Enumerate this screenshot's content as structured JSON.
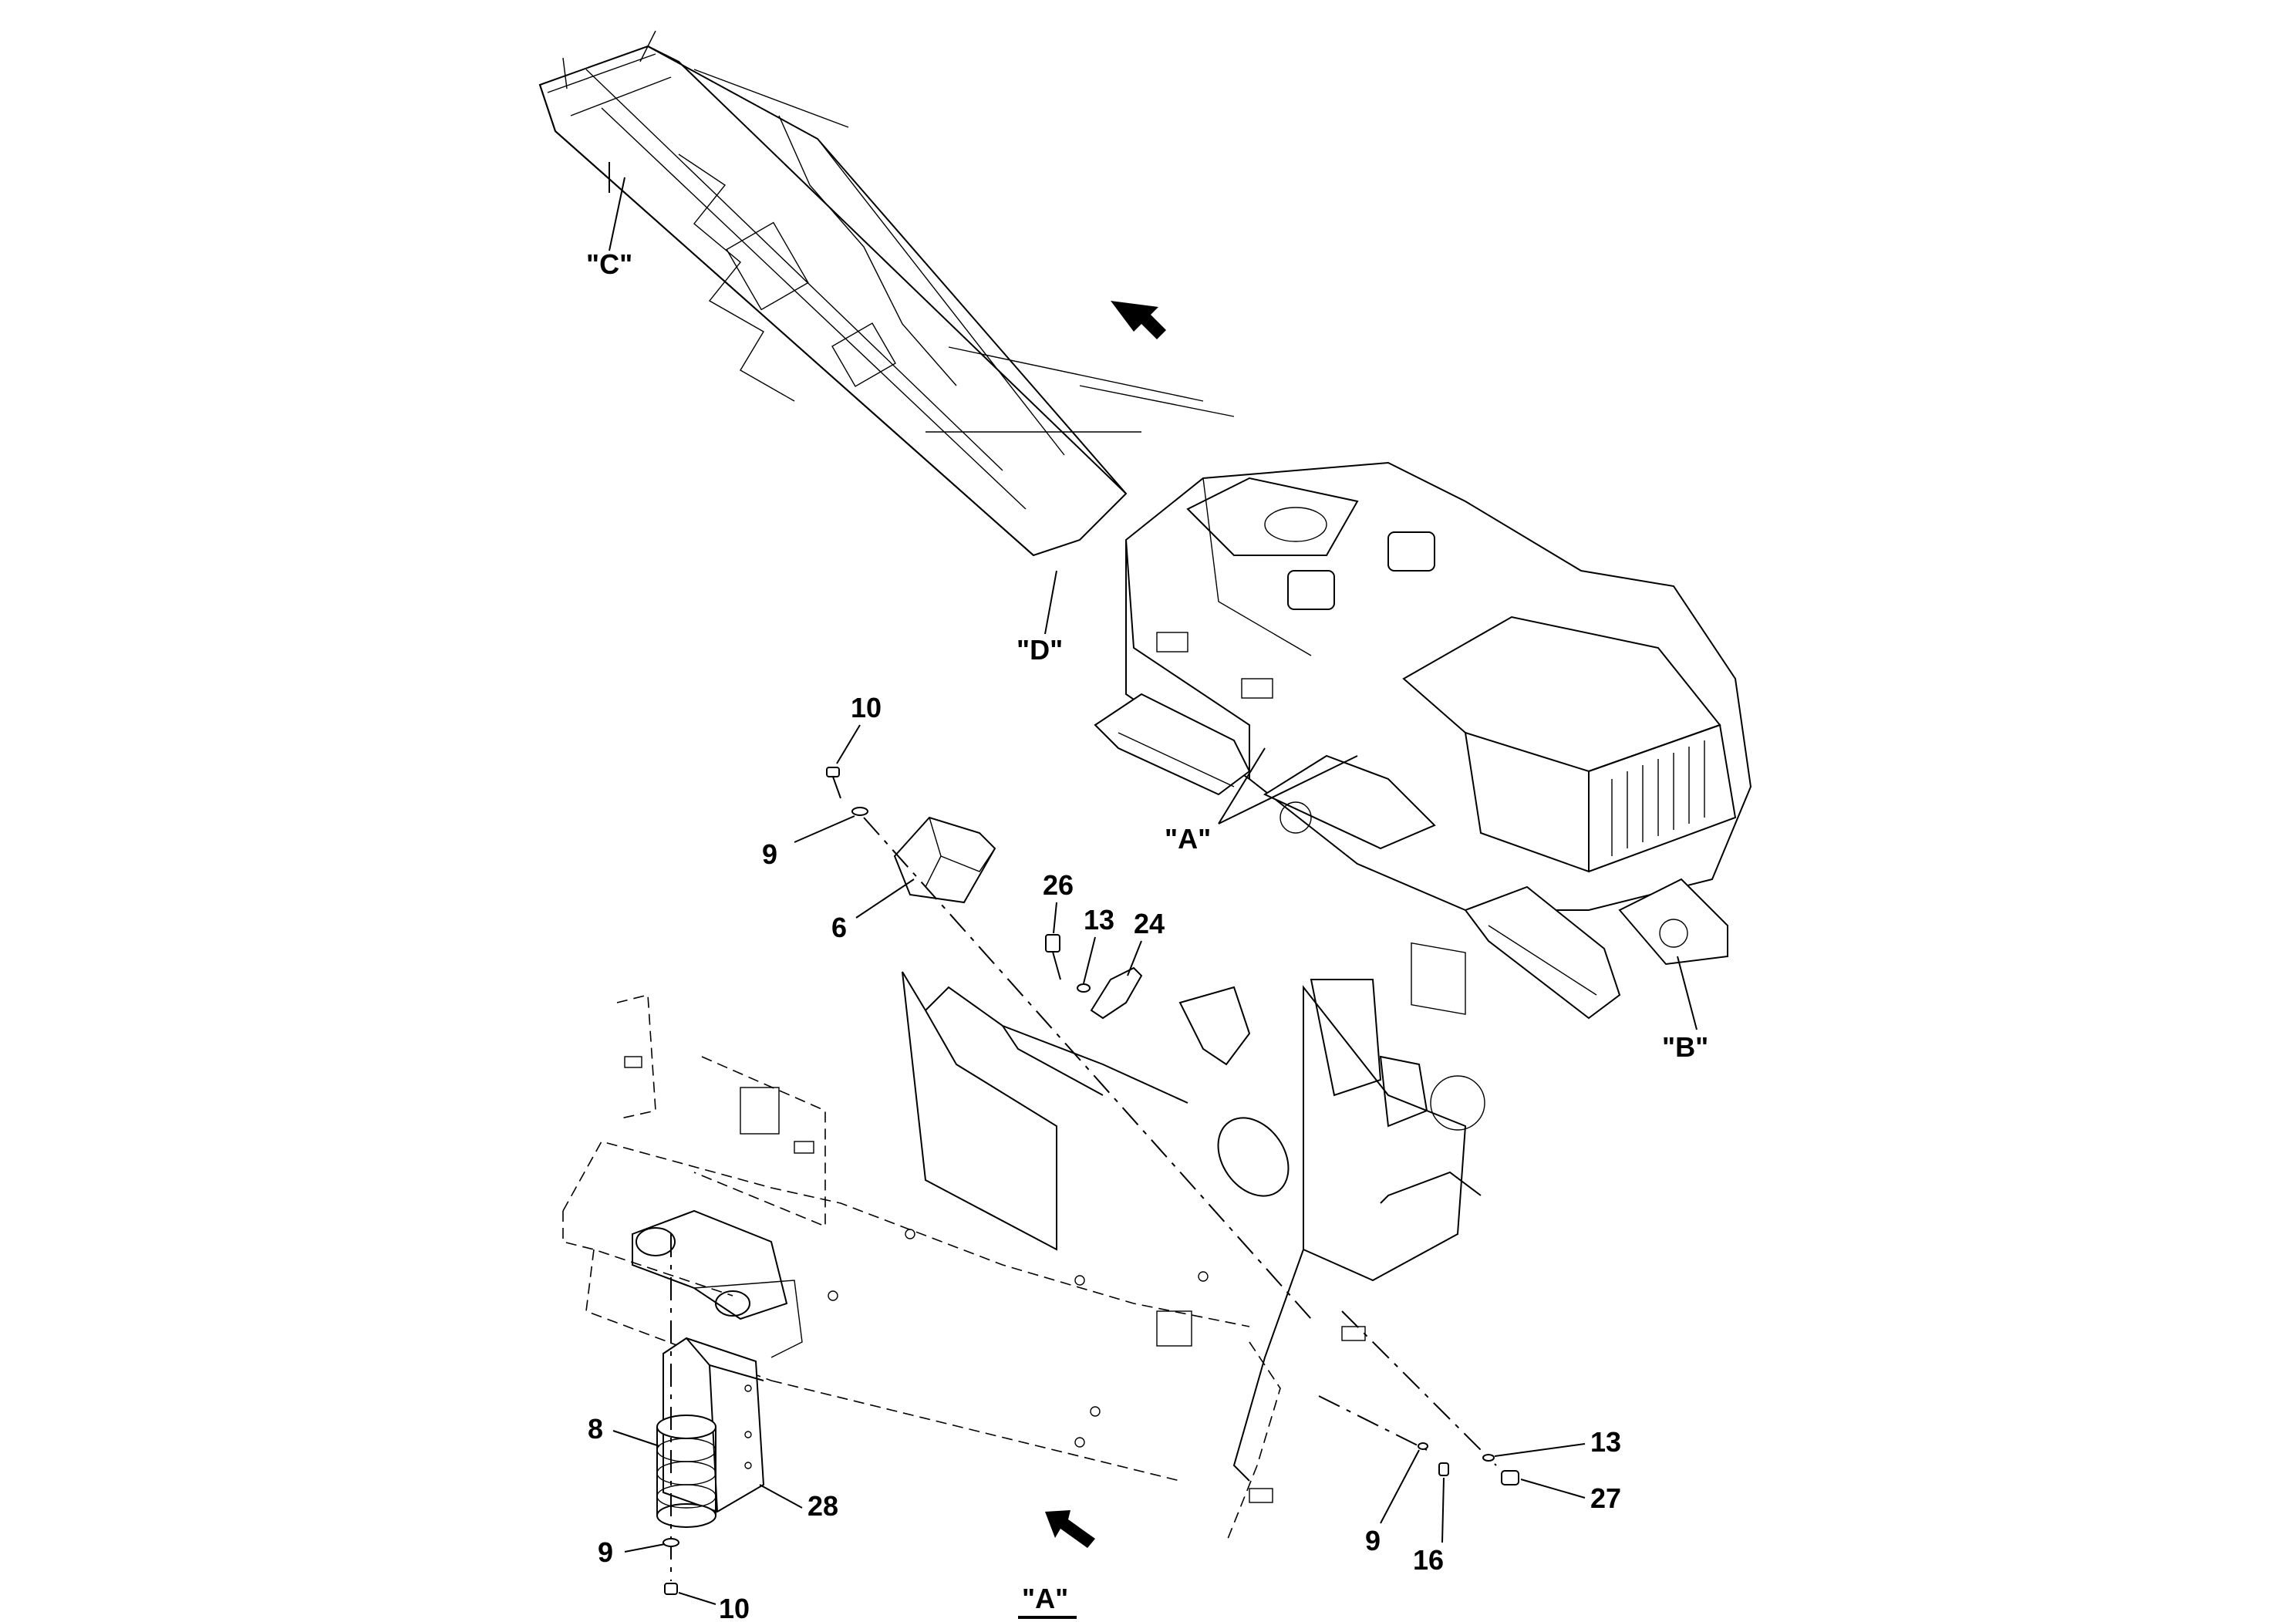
{
  "view_labels": {
    "C": "\"C\"",
    "D": "\"D\"",
    "A_top": "\"A\"",
    "B": "\"B\"",
    "A_detail": "\"A\""
  },
  "callouts": {
    "c10_top": "10",
    "c9_top": "9",
    "c6": "6",
    "c26": "26",
    "c13_top": "13",
    "c24": "24",
    "c8": "8",
    "c28": "28",
    "c9_bottom": "9",
    "c10_bottom": "10",
    "c13_right": "13",
    "c27": "27",
    "c9_right": "9",
    "c16": "16"
  }
}
